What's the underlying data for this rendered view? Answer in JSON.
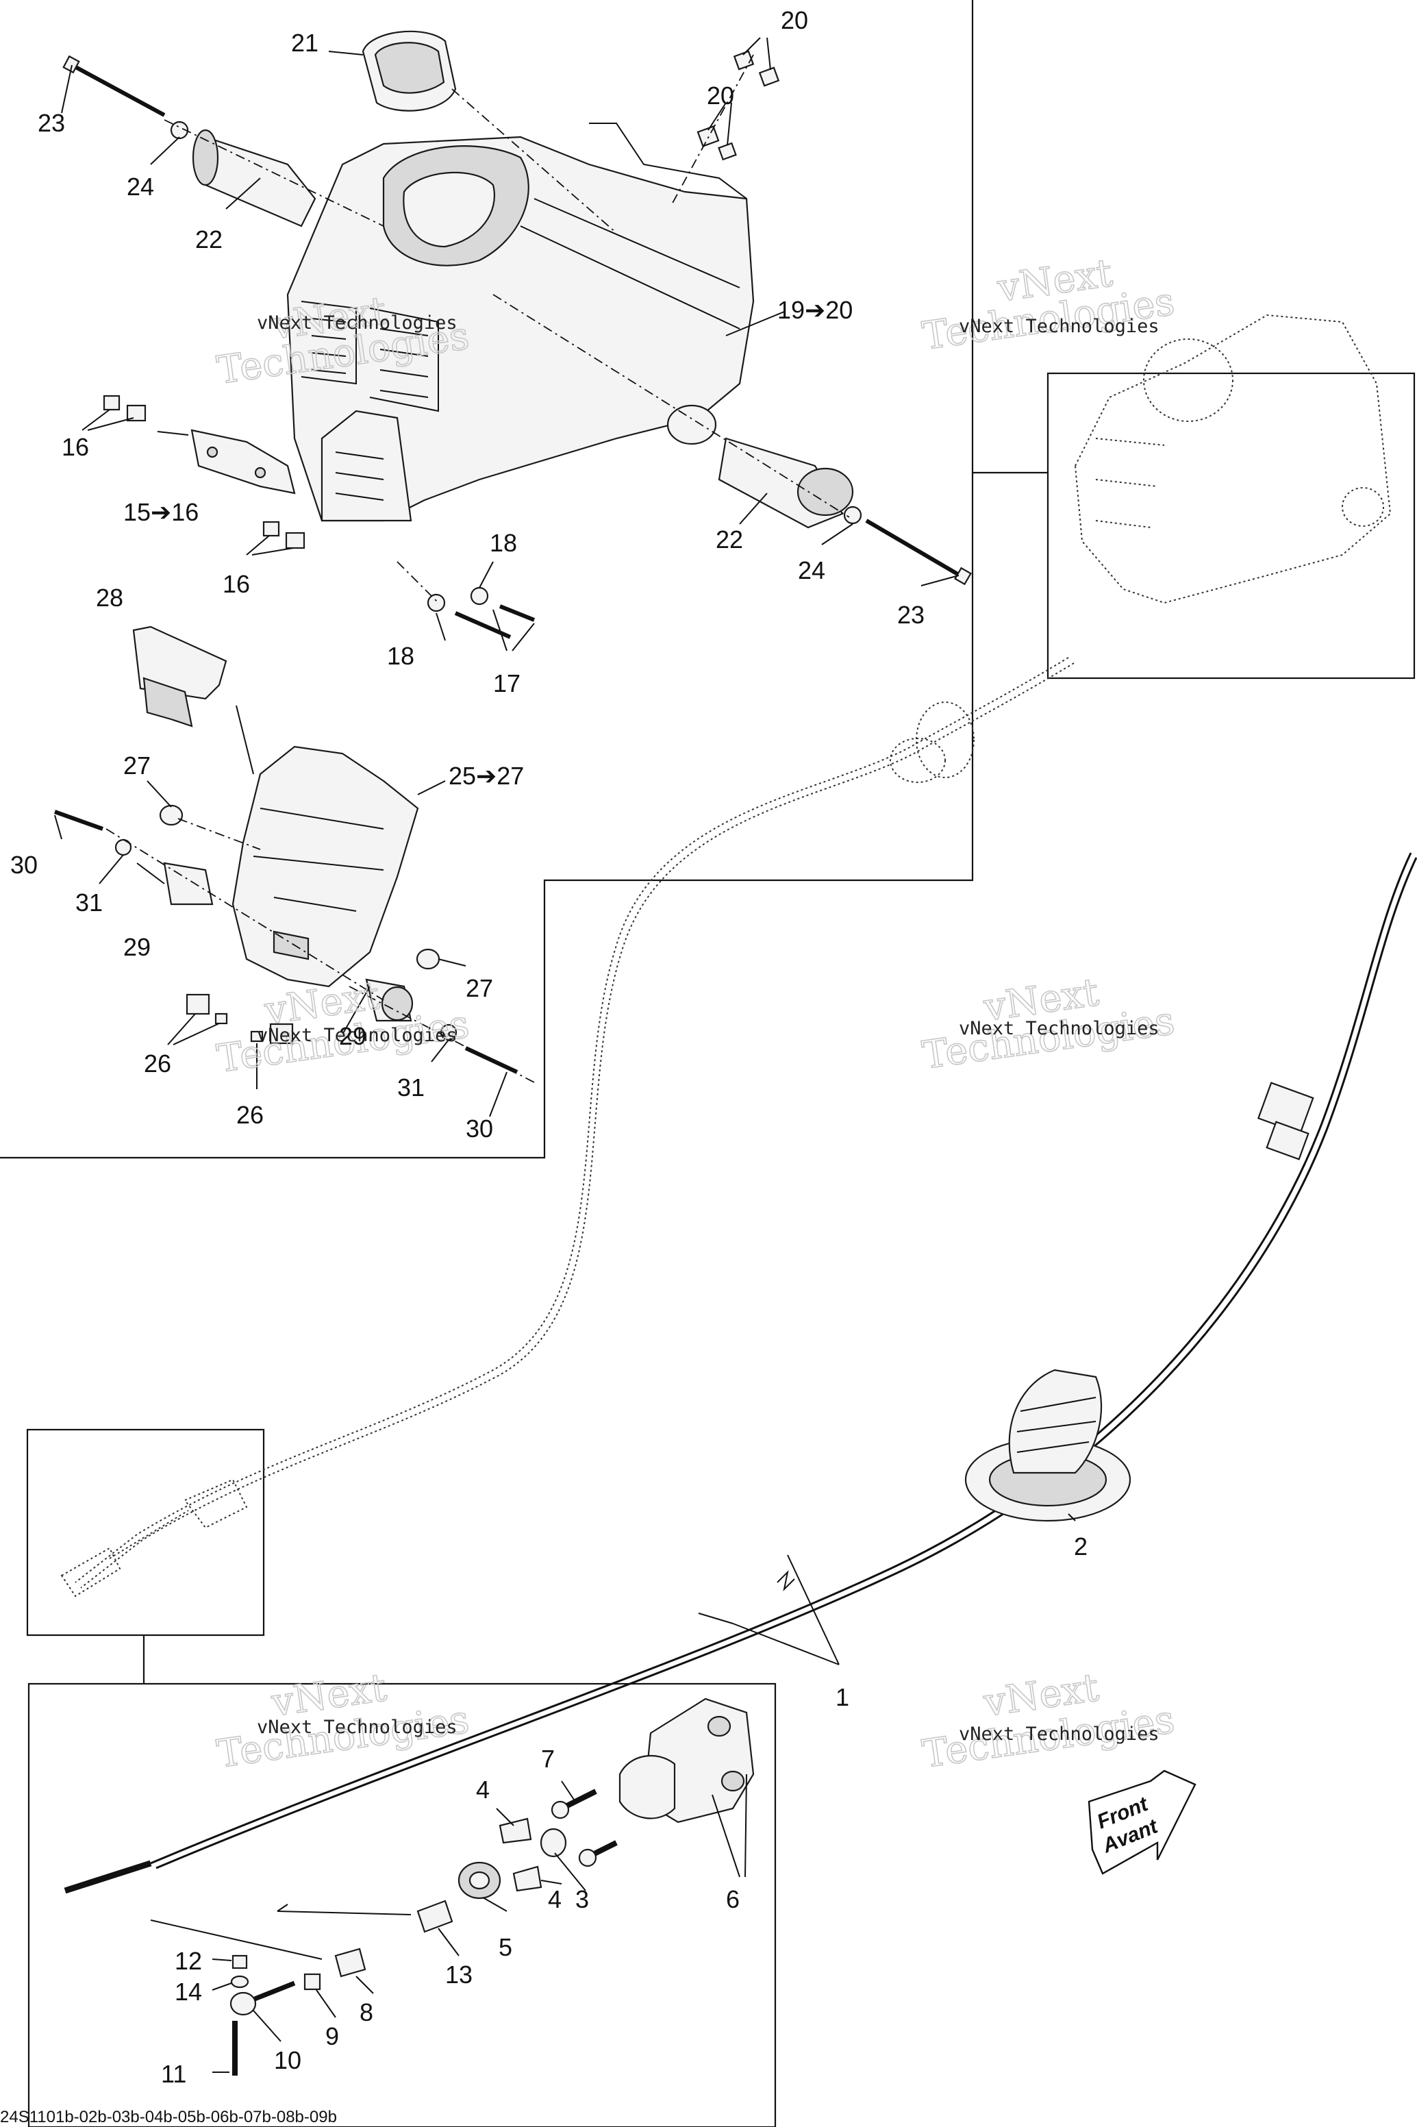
{
  "callouts": {
    "c1": "1",
    "c2": "2",
    "c3": "3",
    "c4a": "4",
    "c4b": "4",
    "c5": "5",
    "c6": "6",
    "c7": "7",
    "c8": "8",
    "c9": "9",
    "c10": "10",
    "c11": "11",
    "c12": "12",
    "c13": "13",
    "c14": "14",
    "c15": "15➔16",
    "c16a": "16",
    "c16b": "16",
    "c17": "17",
    "c18a": "18",
    "c18b": "18",
    "c19": "19➔20",
    "c20a": "20",
    "c20b": "20",
    "c21": "21",
    "c22a": "22",
    "c22b": "22",
    "c23a": "23",
    "c23b": "23",
    "c24a": "24",
    "c24b": "24",
    "c25": "25➔27",
    "c26a": "26",
    "c26b": "26",
    "c27a": "27",
    "c27b": "27",
    "c28": "28",
    "c29a": "29",
    "c29b": "29",
    "c30a": "30",
    "c30b": "30",
    "c31a": "31",
    "c31b": "31"
  },
  "watermark": {
    "company": "vNext Technologies",
    "big": "vNext",
    "big2": "Technologies"
  },
  "front_arrow": {
    "line1": "Front",
    "line2": "Avant"
  },
  "reference_code": "24S1101b-02b-03b-04b-05b-06b-07b-08b-09b"
}
